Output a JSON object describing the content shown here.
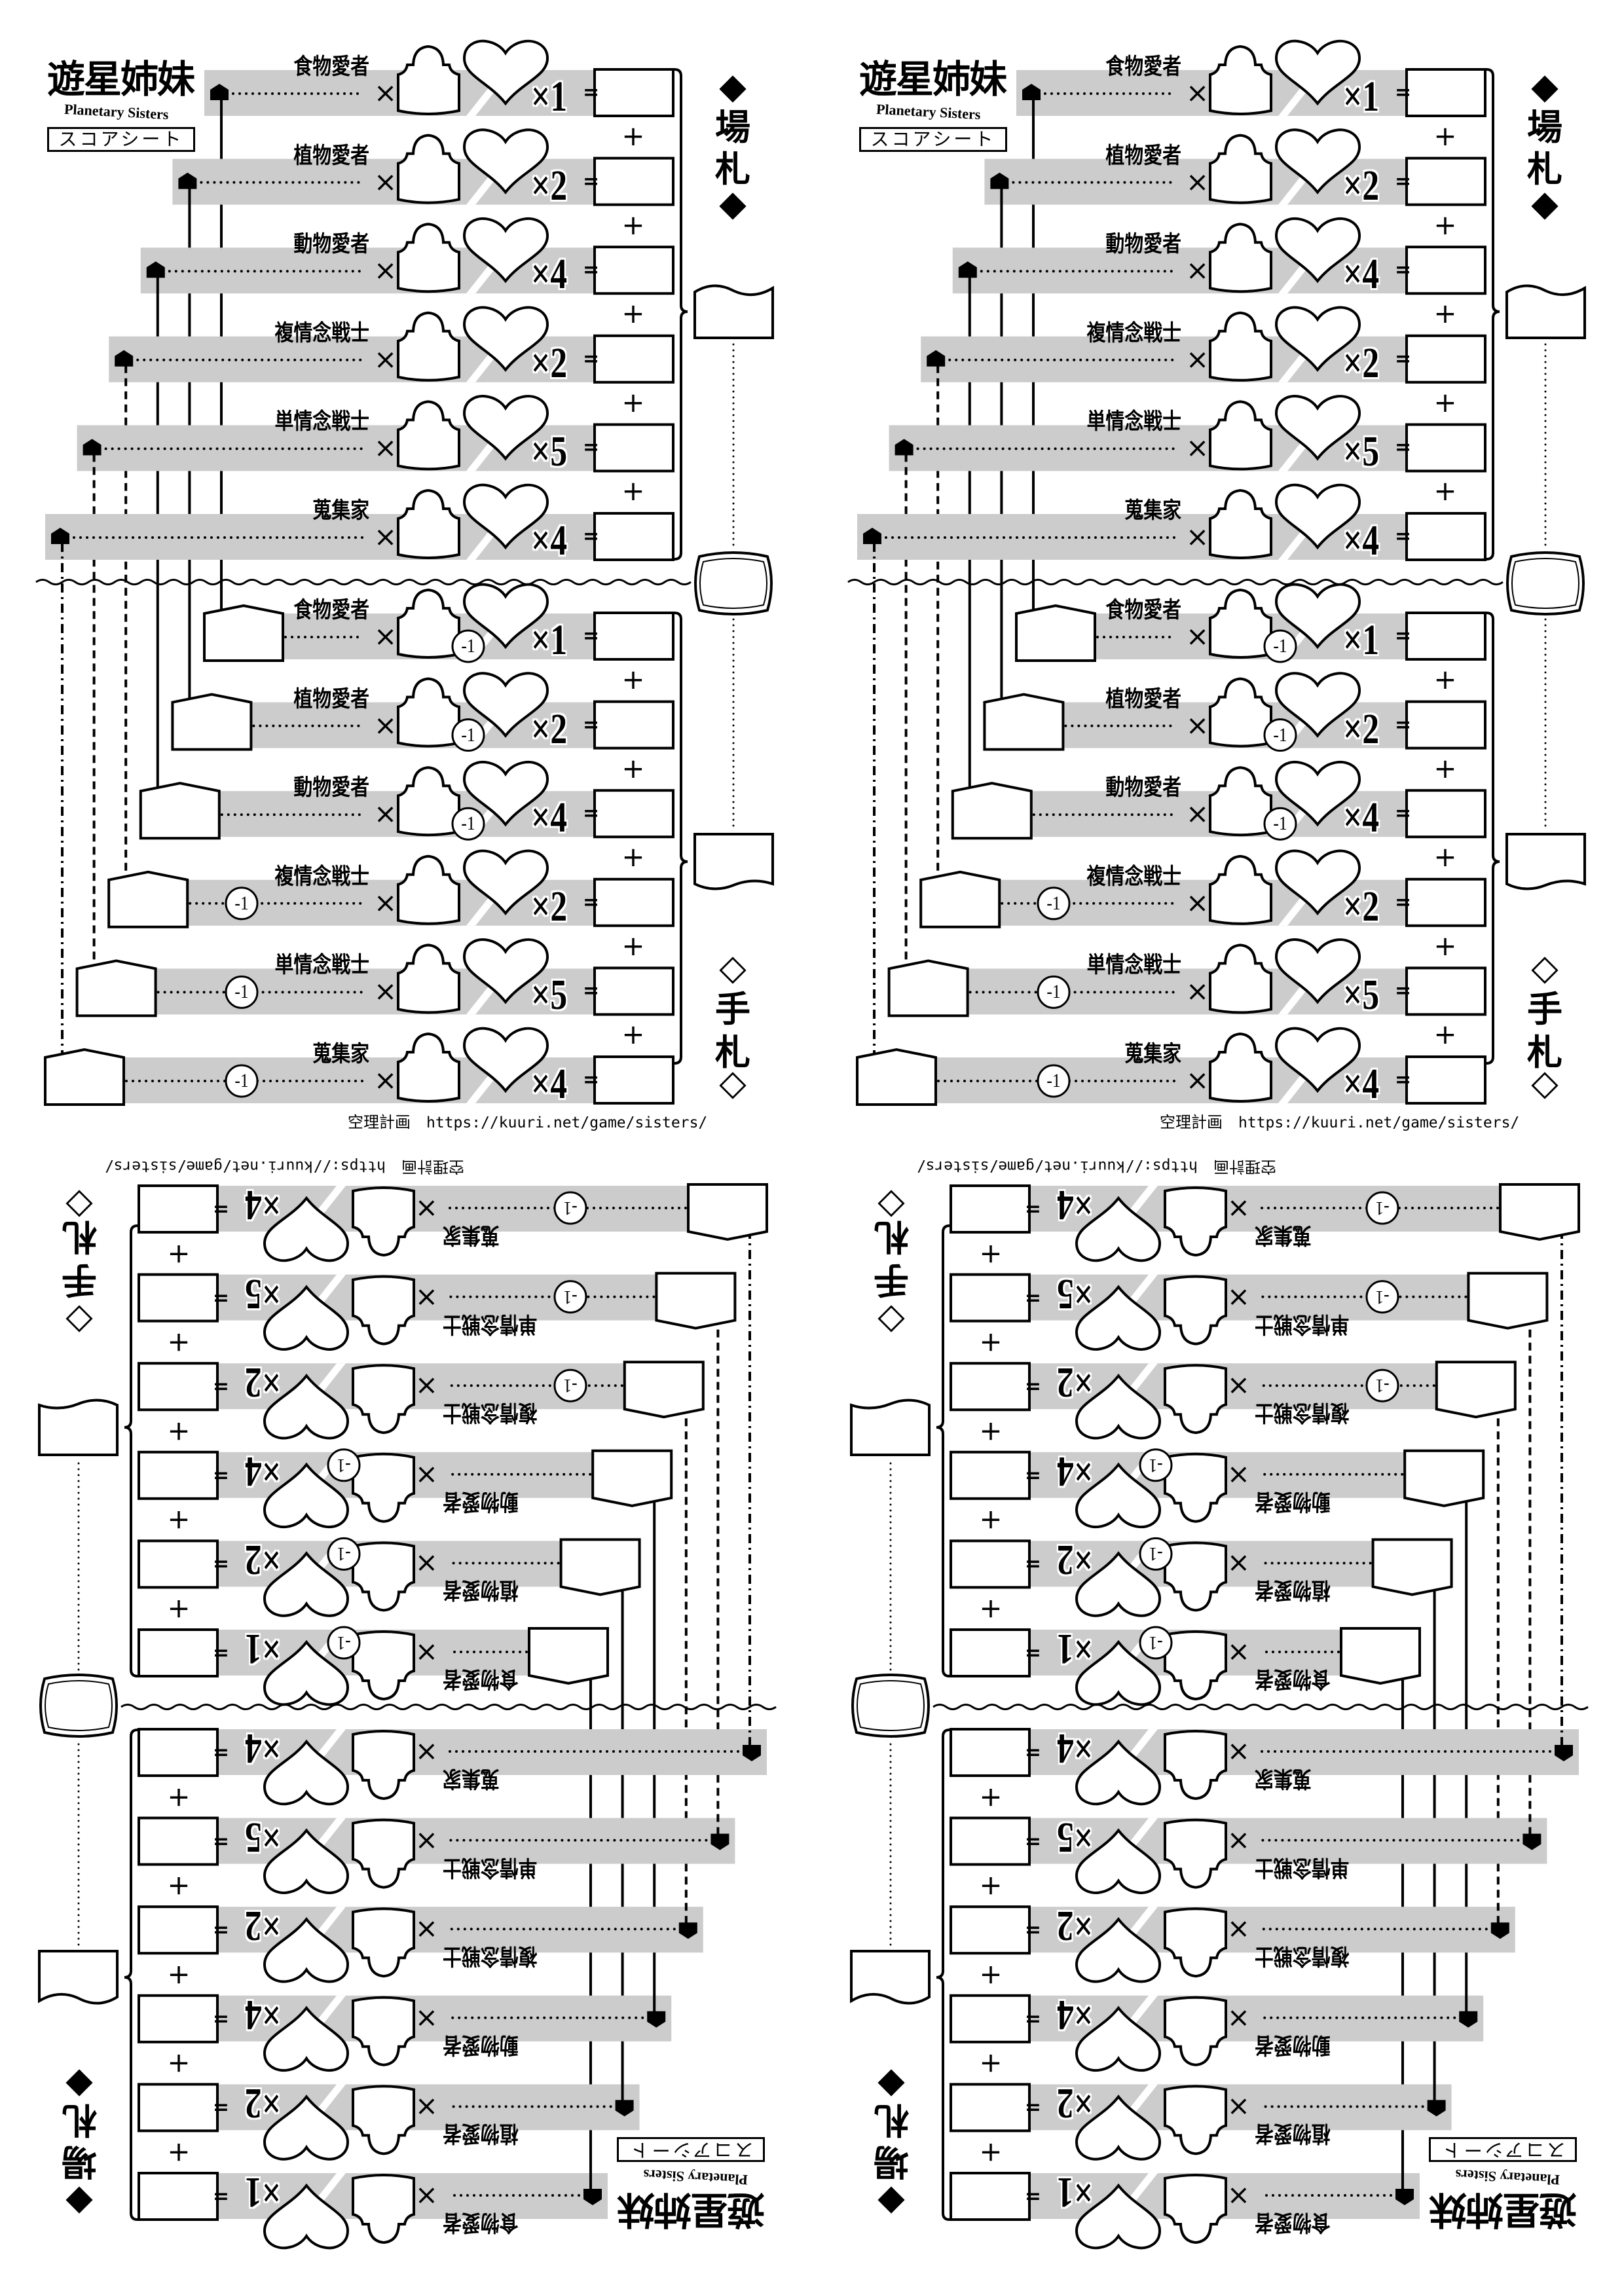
{
  "logo": {
    "title_jp": "遊星姉妹",
    "title_en": "Planetary Sisters"
  },
  "sheet_label": "スコアシート",
  "field_section": {
    "marks": [
      "◆",
      "場",
      "札",
      "◆"
    ]
  },
  "hand_section": {
    "marks": [
      "◇",
      "手",
      "札",
      "◇"
    ]
  },
  "rows": [
    {
      "name": "食物愛者",
      "multiplier": "×1"
    },
    {
      "name": "植物愛者",
      "multiplier": "×2"
    },
    {
      "name": "動物愛者",
      "multiplier": "×4"
    },
    {
      "name": "複情念戦士",
      "multiplier": "×2"
    },
    {
      "name": "単情念戦士",
      "multiplier": "×5"
    },
    {
      "name": "蒐集家",
      "multiplier": "×4"
    }
  ],
  "symbols": {
    "times": "×",
    "equals": "=",
    "plus": "+",
    "minus_one": "-1"
  },
  "footer": {
    "credit": "空理計画",
    "url": "https://kuuri.net/game/sisters/"
  },
  "colors": {
    "bar": "#cccccc",
    "ink": "#000000",
    "paper": "#ffffff"
  }
}
